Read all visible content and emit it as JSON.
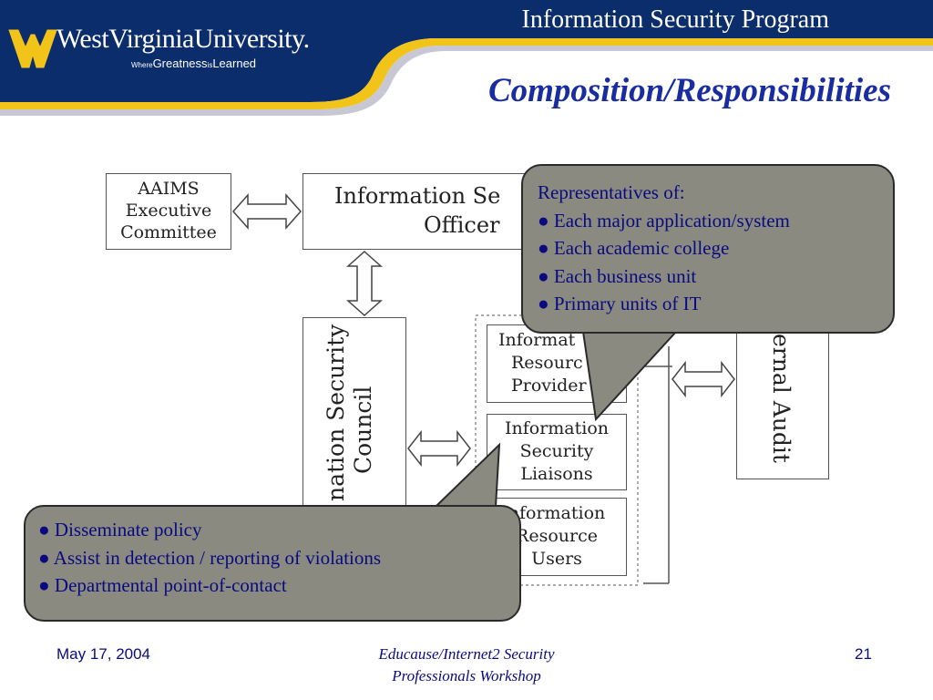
{
  "header": {
    "logo_main": "WestVirginiaUniversity.",
    "logo_sub_where": "Where",
    "logo_sub_greatness": "Greatness",
    "logo_sub_is": "is",
    "logo_sub_learned": "Learned",
    "program_title": "Information Security Program"
  },
  "slide": {
    "title": "Composition/Responsibilities"
  },
  "diagram": {
    "aaims_box": [
      "AAIMS",
      "Executive",
      "Committee"
    ],
    "iso_box": [
      "Information Se",
      "Officer"
    ],
    "council_box": [
      "nation Security",
      "Council"
    ],
    "audit_box": "ernal Audit",
    "providers_box": [
      "Informat",
      "Resourc",
      "Provider"
    ],
    "liaisons_box": [
      "Information",
      "Security",
      "Liaisons"
    ],
    "users_box": [
      "nformation",
      "Resource",
      "Users"
    ]
  },
  "callout_top": {
    "heading": "Representatives of:",
    "items": [
      "● Each major application/system",
      "● Each academic college",
      "● Each business unit",
      "● Primary units of IT"
    ]
  },
  "callout_bottom": {
    "items": [
      "● Disseminate policy",
      "● Assist in detection / reporting of violations",
      "● Departmental point-of-contact"
    ]
  },
  "footer": {
    "date": "May 17, 2004",
    "event_line1": "Educause/Internet2 Security",
    "event_line2": "Professionals Workshop",
    "page": "21"
  },
  "colors": {
    "navy": "#0b2d6b",
    "gold": "#f2c419",
    "title_blue": "#1a2da0",
    "callout_gray": "#8a8a80"
  }
}
